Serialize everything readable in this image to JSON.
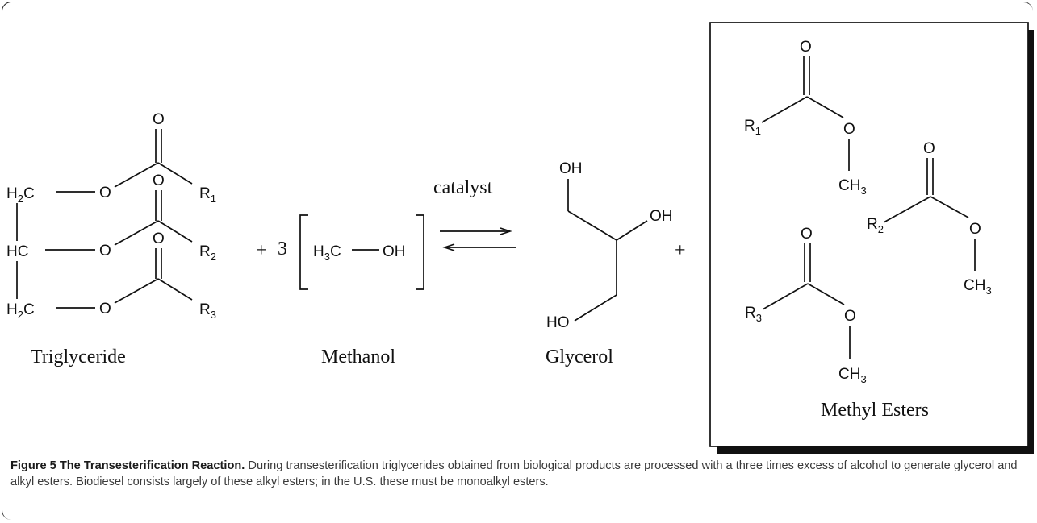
{
  "figure": {
    "atoms": {
      "O": "O",
      "OH": "OH",
      "HO": "HO",
      "H": "H",
      "C": "C",
      "HC": "HC",
      "R": "R",
      "CH": "CH",
      "n1": "1",
      "n2": "2",
      "n3": "3"
    },
    "plus": "+",
    "coefficient": "3",
    "labels": {
      "triglyceride": "Triglyceride",
      "methanol": "Methanol",
      "catalyst": "catalyst",
      "glycerol": "Glycerol",
      "methyl_esters": "Methyl Esters"
    }
  },
  "caption": {
    "title": "Figure 5 The Transesterification Reaction.",
    "text": " During transesterification triglycerides obtained from biological products are processed with a three times excess of alcohol to generate glycerol and alkyl esters. Biodiesel consists largely of these alkyl esters; in the U.S. these must be monoalkyl esters."
  }
}
